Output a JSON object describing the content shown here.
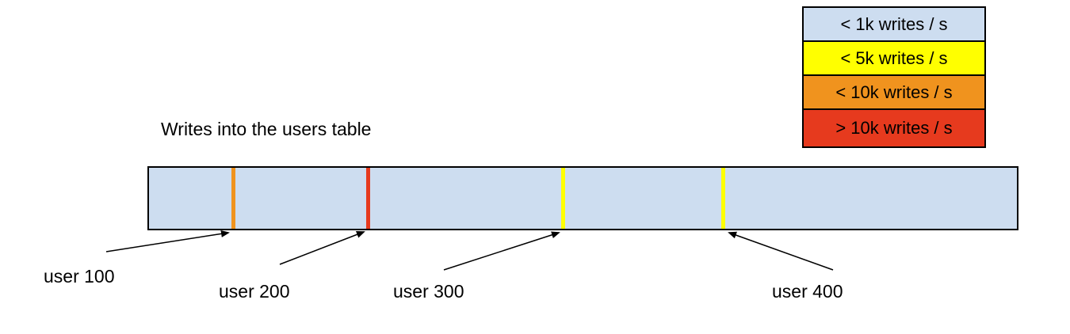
{
  "title": "Writes into the users table",
  "colors": {
    "bar_fill": "#cdddf0",
    "outline": "#000000",
    "light_blue": "#cdddf0",
    "yellow": "#ffff00",
    "orange": "#f0931e",
    "red": "#e63a1e"
  },
  "legend": {
    "items": [
      {
        "label": "< 1k writes / s",
        "color": "#cdddf0"
      },
      {
        "label": "< 5k writes / s",
        "color": "#ffff00"
      },
      {
        "label": "< 10k writes / s",
        "color": "#f0931e"
      },
      {
        "label": "> 10k writes / s",
        "color": "#e63a1e"
      }
    ]
  },
  "bar": {
    "fill": "#cdddf0",
    "stripes": [
      {
        "color": "#f0931e",
        "position_pct": 9.5
      },
      {
        "color": "#e63a1e",
        "position_pct": 25.0
      },
      {
        "color": "#ffff00",
        "position_pct": 47.5
      },
      {
        "color": "#ffff00",
        "position_pct": 65.9
      }
    ]
  },
  "annotations": [
    {
      "text": "user 100"
    },
    {
      "text": "user 200"
    },
    {
      "text": "user 300"
    },
    {
      "text": "user 400"
    }
  ]
}
